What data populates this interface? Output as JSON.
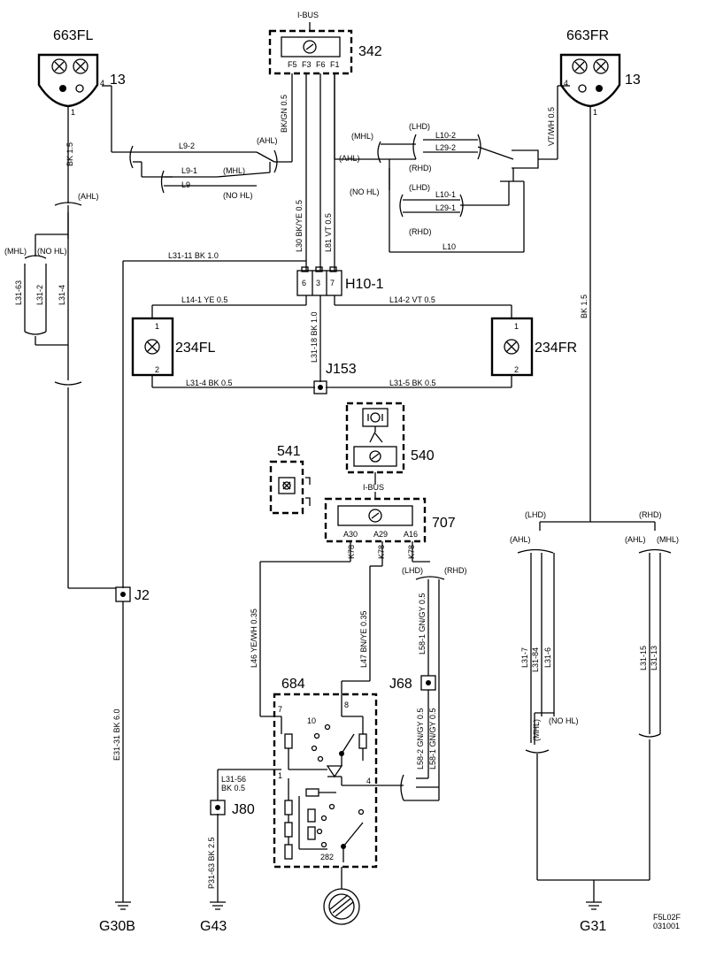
{
  "components": {
    "c663fl": "663FL",
    "c663fr": "663FR",
    "c342": "342",
    "c13l": "13",
    "c13r": "13",
    "h101": "H10-1",
    "c234fl": "234FL",
    "c234fr": "234FR",
    "j153": "J153",
    "c541": "541",
    "c540": "540",
    "c707": "707",
    "j2": "J2",
    "j68": "J68",
    "c684": "684",
    "j80": "J80",
    "g30b": "G30B",
    "g43": "G43",
    "g31": "G31"
  },
  "bus": {
    "top": "I-BUS",
    "mid": "I-BUS"
  },
  "pins342": {
    "f5": "F5",
    "f3": "F3",
    "f6": "F6",
    "f1": "F1"
  },
  "pinsH10": [
    "6",
    "3",
    "7"
  ],
  "pins707": [
    "A30",
    "A29",
    "A16"
  ],
  "lamp_pins": {
    "p1": "1",
    "p2": "2",
    "p4": "4"
  },
  "wires": {
    "bkgn05": "BK/GN 0.5",
    "bk15l": "BK 1.5",
    "l92": "L9-2",
    "l91": "L9-1",
    "l9": "L9",
    "l30": "L30 BK/YE 0.5",
    "l81": "L81 VT 0.5",
    "vtwh05": "VT/WH 0.5",
    "l102": "L10-2",
    "l292": "L29-2",
    "l101": "L10-1",
    "l291": "L29-1",
    "l10": "L10",
    "l3111": "L31-11 BK 1.0",
    "l3163": "L31-63",
    "l312": "L31-2",
    "l314v": "L31-4",
    "l141": "L14-1 YE 0.5",
    "l142": "L14-2 VT 0.5",
    "l3118": "L31-18 BK 1.0",
    "l314": "L31-4 BK 0.5",
    "l315": "L31-5 BK 0.5",
    "bk15r": "BK 1.5",
    "k78a": "K78",
    "k78b": "K78",
    "k78c": "K78",
    "l46": "L46 YE/WH 0.35",
    "l47": "L47 BN/YE 0.35",
    "l581": "L58-1 GN/GY 0.5",
    "l582b": "L58-2 GN/GY 0.5",
    "l581b": "L58-1 GN/GY 0.5",
    "e3131": "E31-31 BK 6.0",
    "l3156a": "L31-56",
    "l3156b": "BK 0.5",
    "p3163": "P31-63 BK 2.5",
    "l317": "L31-7",
    "l3184": "L31-84",
    "l316": "L31-6",
    "l3115": "L31-15",
    "l3113": "L31-13"
  },
  "variants": {
    "ahl_top": "(AHL)",
    "mhl_top": "(MHL)",
    "nohl_top": "(NO HL)",
    "mhl_r": "(MHL)",
    "lhd_r1": "(LHD)",
    "ahl_r": "(AHL)",
    "rhd_r1": "(RHD)",
    "nohl_r": "(NO HL)",
    "lhd_r2": "(LHD)",
    "rhd_r2": "(RHD)",
    "ahl_l": "(AHL)",
    "mhl_l": "(MHL)",
    "nohl_l": "(NO HL)",
    "lhd_k": "(LHD)",
    "rhd_k": "(RHD)",
    "lhd_g": "(LHD)",
    "rhd_g": "(RHD)",
    "ahl_g1": "(AHL)",
    "ahl_g2": "(AHL)",
    "mhl_g": "(MHL)",
    "mhl_v": "(MHL)",
    "nohl_b": "(NO HL)"
  },
  "switch684": {
    "p7": "7",
    "p8": "8",
    "p10": "10",
    "p1": "1",
    "p4": "4",
    "p282": "282"
  },
  "ref": {
    "code": "F5L02F",
    "date": "031001"
  }
}
